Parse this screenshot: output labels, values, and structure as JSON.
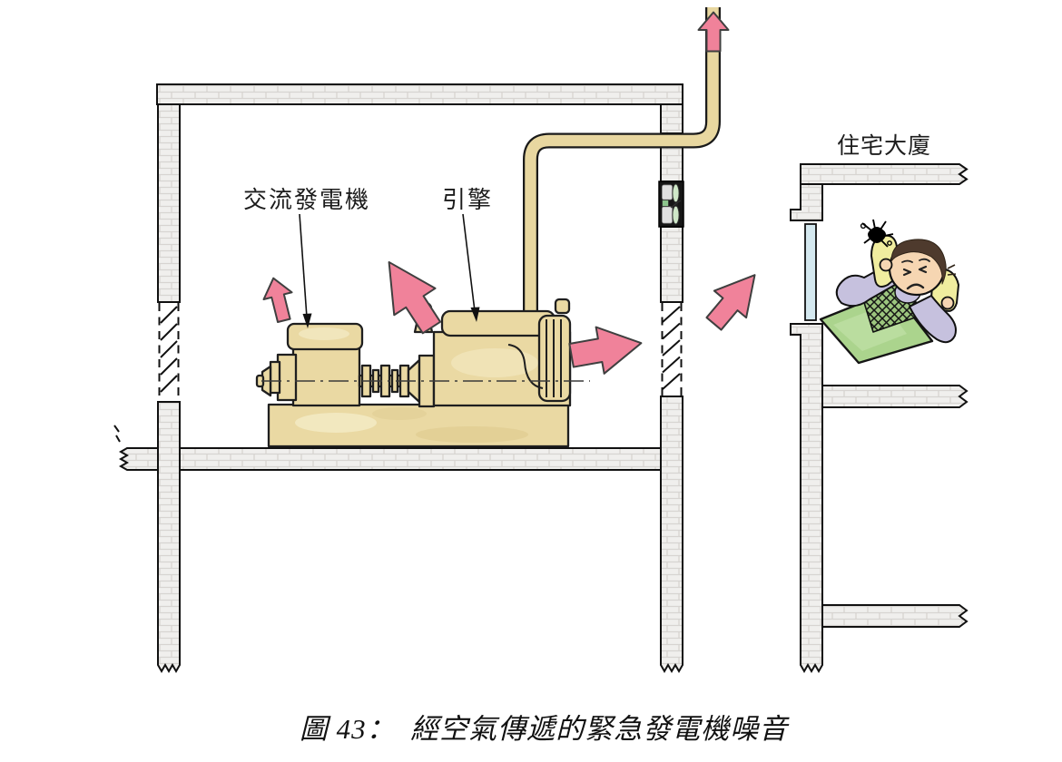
{
  "figure_caption": "圖 43：　經空氣傳遞的緊急發電機噪音",
  "labels": {
    "alternator": "交流發電機",
    "engine": "引擎",
    "residential_building": "住宅大廈"
  },
  "colors": {
    "noise_arrow_pink": "#f0829a",
    "machine_tan": "#ead9a3",
    "pipe_tan": "#e8d7a0",
    "wall_fill": "#f0efed",
    "brick_line": "#d7d4d1",
    "blanket_green": "#abd48d",
    "vest_green": "#9cc57e",
    "pillow_yellow": "#f0ed9f",
    "pajama_lavender": "#c6c1de",
    "skin": "#f6d6b2",
    "hair_brown": "#4e3a2d",
    "window_blue": "#d4e8ef",
    "fan_green": "#cfe8c8",
    "outline": "#1a1a1a"
  }
}
